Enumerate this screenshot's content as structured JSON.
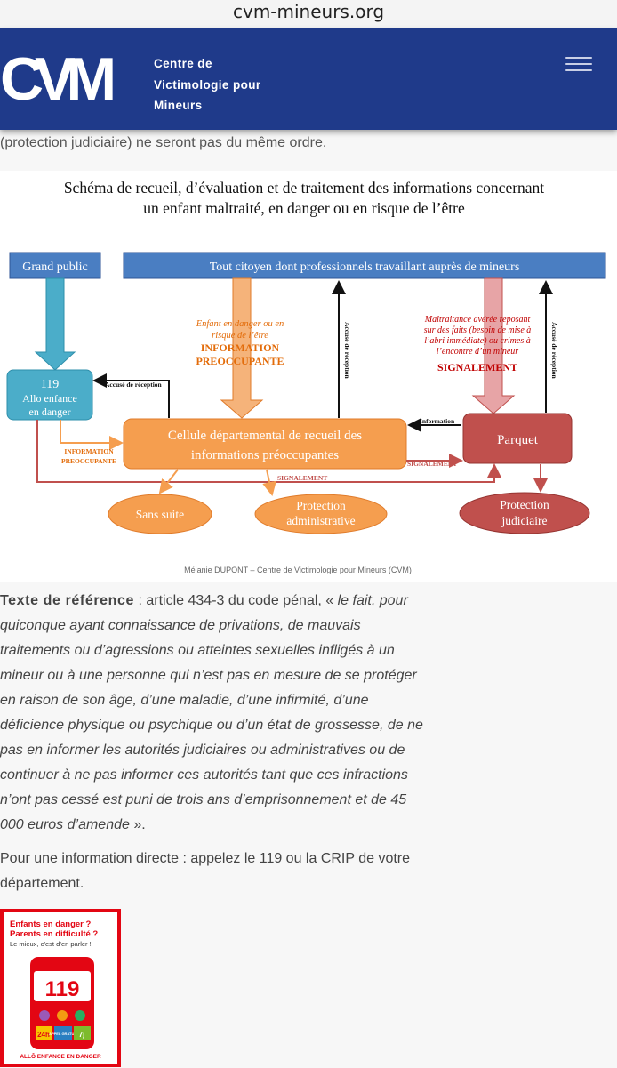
{
  "browser": {
    "url": "cvm-mineurs.org"
  },
  "header": {
    "logo_text": "CVM",
    "site_name_lines": [
      "Centre de",
      "Victimologie pour",
      "Mineurs"
    ],
    "menu_icon": "hamburger-menu-icon"
  },
  "page": {
    "clipped_text": "(protection judiciaire) ne seront pas du même ordre."
  },
  "diagram": {
    "title_line1": "Schéma de recueil, d’évaluation et de traitement des informations concernant",
    "title_line2": "un enfant maltraité, en danger ou en risque de l’être",
    "grand_public": "Grand public",
    "tout_citoyen": "Tout citoyen dont professionnels travaillant auprès de mineurs",
    "box_119_number": "119",
    "box_119_line1": "Allo enfance",
    "box_119_line2": "en danger",
    "accuse_reception": "Accusé de réception",
    "info_preoc_italic": [
      "Enfant en danger ou en",
      "risque de l’être"
    ],
    "info_preoc_bold": [
      "INFORMATION",
      "PREOCCUPANTE"
    ],
    "accuse_vertical_1": "Accusé de réception",
    "maltraitance_italic": [
      "Maltraitance avérée reposant",
      "sur des faits (besoin de mise à",
      "l’abri immédiate) ou crimes à",
      "l’encontre d’un mineur"
    ],
    "signalement_bold": "SIGNALEMENT",
    "accuse_vertical_2": "Accusé de réception",
    "information_label": "Information",
    "cellule_line1": "Cellule départemental de recueil des",
    "cellule_line2": "informations préoccupantes",
    "parquet": "Parquet",
    "info_preoc_small": [
      "INFORMATION",
      "PREOCCUPANTE"
    ],
    "signalement_small_1": "SIGNALEMENT",
    "signalement_small_2": "SIGNALEMENT",
    "sans_suite": "Sans suite",
    "protection_admin": [
      "Protection",
      "administrative"
    ],
    "protection_judic": [
      "Protection",
      "judiciaire"
    ],
    "credit": "Mélanie DUPONT – Centre de Victimologie pour Mineurs (CVM)",
    "colors": {
      "blue_box": "#4a7ec2",
      "teal_box": "#4badc9",
      "orange": "#f59e4f",
      "red": "#c0504d",
      "dark_red": "#c00000",
      "orange_text": "#e36c0a"
    }
  },
  "article": {
    "ref_label": "Texte de référence",
    "ref_intro": " : article 434-3 du code pénal, « ",
    "ref_quote": "le fait, pour quiconque ayant connaissance de privations, de mauvais traitements ou d’agressions ou atteintes sexuelles infligés à un mineur ou à une personne qui n’est pas en mesure de se protéger en raison de son âge, d’une maladie, d’une infirmité, d’une déficience physique ou psychique ou d’un état de grossesse, de ne pas en informer les autorités judiciaires ou administratives ou de continuer à ne pas informer ces autorités tant que ces infractions n’ont pas cessé est puni de trois ans d’emprisonnement et de 45 000 euros d’amende",
    "ref_end": " ».",
    "direct_info": "Pour une information directe : appelez le 119 ou la CRIP de votre département."
  },
  "poster": {
    "line1": "Enfants en danger ?",
    "line2": "Parents en difficulté ?",
    "line3": "Le mieux, c’est d’en parler !",
    "number": "119",
    "h24": "24h",
    "appel": "APPEL GRATUIT",
    "days": "7j",
    "footer": "ALLÔ ENFANCE EN DANGER"
  }
}
